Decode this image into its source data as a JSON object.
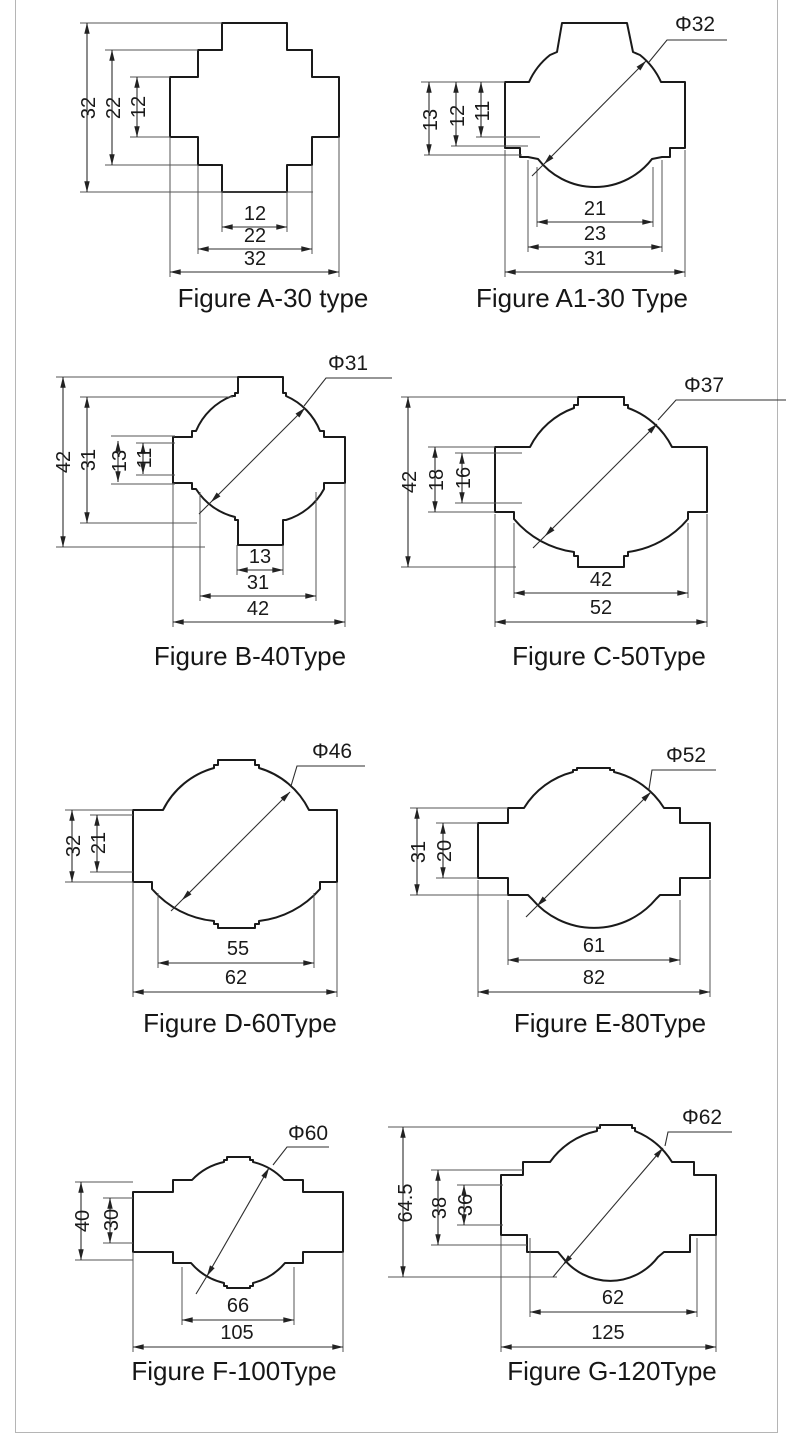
{
  "page": {
    "background": "#ffffff",
    "border_color": "#b5b5b5",
    "line_color": "#1a1a1a"
  },
  "figures": {
    "a30": {
      "caption": "Figure A-30 type",
      "v": [
        "32",
        "22",
        "12"
      ],
      "h": [
        "12",
        "22",
        "32"
      ]
    },
    "a130": {
      "caption": "Figure A1-30 Type",
      "phi": "Φ32",
      "v": [
        "13",
        "12",
        "11"
      ],
      "h": [
        "21",
        "23",
        "31"
      ]
    },
    "b40": {
      "caption": "Figure B-40Type",
      "phi": "Φ31",
      "v": [
        "42",
        "31",
        "13",
        "11"
      ],
      "h": [
        "13",
        "31",
        "42"
      ]
    },
    "c50": {
      "caption": "Figure C-50Type",
      "phi": "Φ37",
      "v": [
        "42",
        "18",
        "16"
      ],
      "h": [
        "42",
        "52"
      ]
    },
    "d60": {
      "caption": "Figure D-60Type",
      "phi": "Φ46",
      "v": [
        "32",
        "21"
      ],
      "h": [
        "55",
        "62"
      ]
    },
    "e80": {
      "caption": "Figure E-80Type",
      "phi": "Φ52",
      "v": [
        "31",
        "20"
      ],
      "h": [
        "61",
        "82"
      ]
    },
    "f100": {
      "caption": "Figure F-100Type",
      "phi": "Φ60",
      "v": [
        "40",
        "30"
      ],
      "h": [
        "66",
        "105"
      ]
    },
    "g120": {
      "caption": "Figure G-120Type",
      "phi": "Φ62",
      "v": [
        "64.5",
        "38",
        "36"
      ],
      "h": [
        "62",
        "125"
      ]
    }
  }
}
